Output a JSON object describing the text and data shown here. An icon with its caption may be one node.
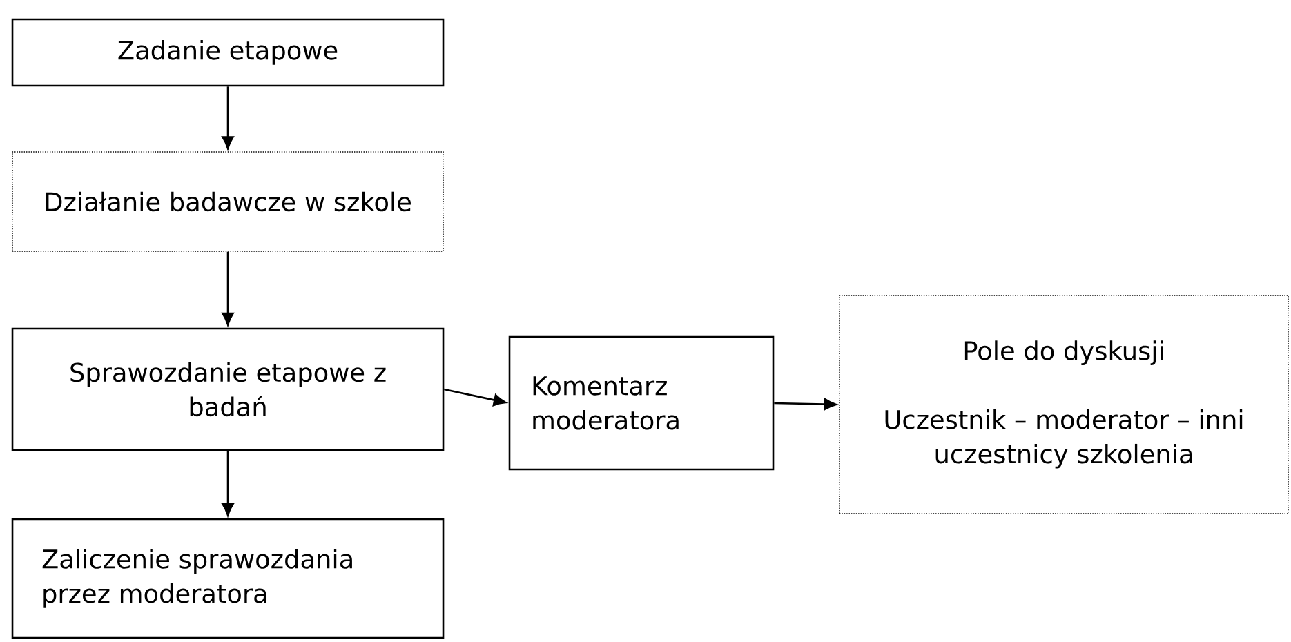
{
  "diagram": {
    "nodes": [
      {
        "text": [
          "Zadanie etapowe"
        ]
      },
      {
        "text": [
          "Działanie badawcze w szkole"
        ]
      },
      {
        "text": [
          "Sprawozdanie etapowe z badań"
        ]
      },
      {
        "text": [
          "Zaliczenie sprawozdania przez moderatora"
        ]
      },
      {
        "text": [
          "Komentarz moderatora"
        ]
      },
      {
        "text": [
          "Pole do dyskusji",
          "Uczestnik – moderator – inni uczestnicy szkolenia"
        ]
      }
    ],
    "edges": [
      {
        "from": 0,
        "to": 1,
        "arrow": "to"
      },
      {
        "from": 1,
        "to": 2,
        "arrow": "to"
      },
      {
        "from": 2,
        "to": 3,
        "arrow": "to"
      },
      {
        "from": 2,
        "to": 4,
        "arrow": "to"
      },
      {
        "from": 4,
        "to": 5,
        "arrow": "to"
      }
    ]
  }
}
